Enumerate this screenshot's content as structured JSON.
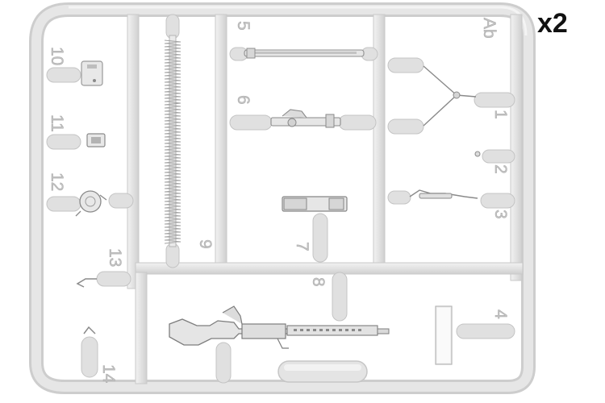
{
  "quantity_label": "x2",
  "sprue_code": "Ab",
  "part_numbers": [
    "10",
    "11",
    "12",
    "13",
    "14",
    "9",
    "5",
    "6",
    "7",
    "8",
    "1",
    "2",
    "3",
    "4"
  ],
  "colors": {
    "plastic": "#e4e4e4",
    "plastic_edge": "#c8c8c8",
    "detail": "#8a8a8a",
    "label": "#111111"
  }
}
